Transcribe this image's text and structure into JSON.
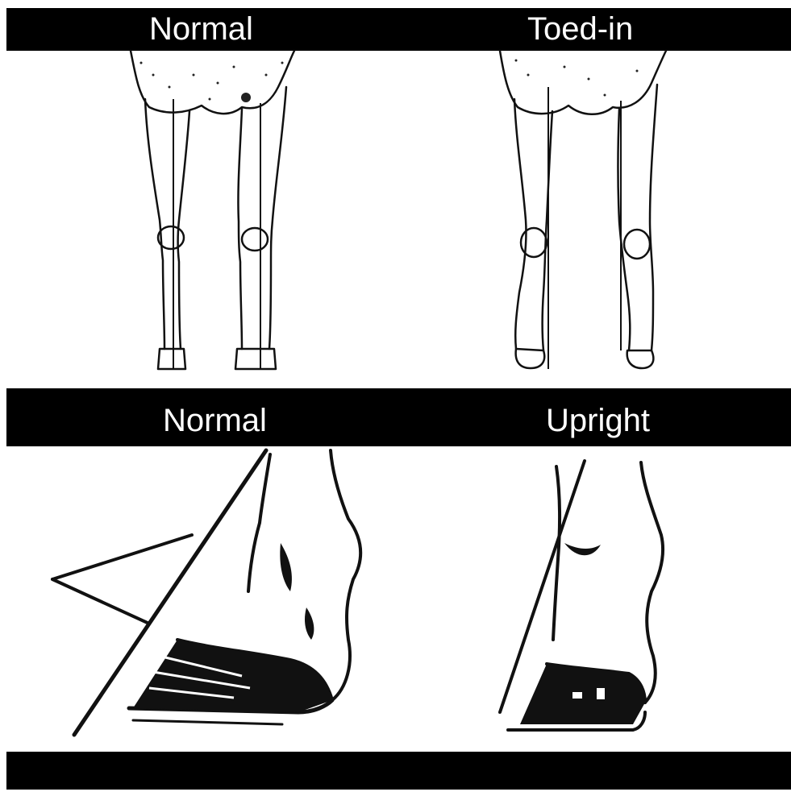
{
  "panels": {
    "top_left_label": "Normal",
    "top_right_label": "Toed-in",
    "bottom_left_label": "Normal",
    "bottom_right_label": "Upright"
  },
  "colors": {
    "band": "#000000",
    "label_text": "#ffffff",
    "ink": "#111111",
    "paper": "#ffffff"
  }
}
